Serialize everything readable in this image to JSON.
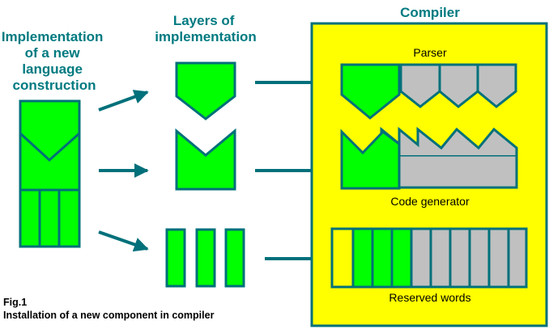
{
  "headings": {
    "left": [
      "Implementation",
      "of a new",
      "language",
      "construction"
    ],
    "middle": [
      "Layers of",
      "implementation"
    ],
    "right": "Compiler"
  },
  "compiler_parts": {
    "parser": "Parser",
    "code_generator": "Code generator",
    "reserved_words": "Reserved words"
  },
  "caption": {
    "figure": "Fig.1",
    "text": "Installation of a new component in compiler"
  },
  "colors": {
    "heading": "#007a80",
    "outline": "#00707a",
    "new_part": "#00ff00",
    "existing_part": "#c0c0c0",
    "compiler_box": "#ffff00"
  }
}
